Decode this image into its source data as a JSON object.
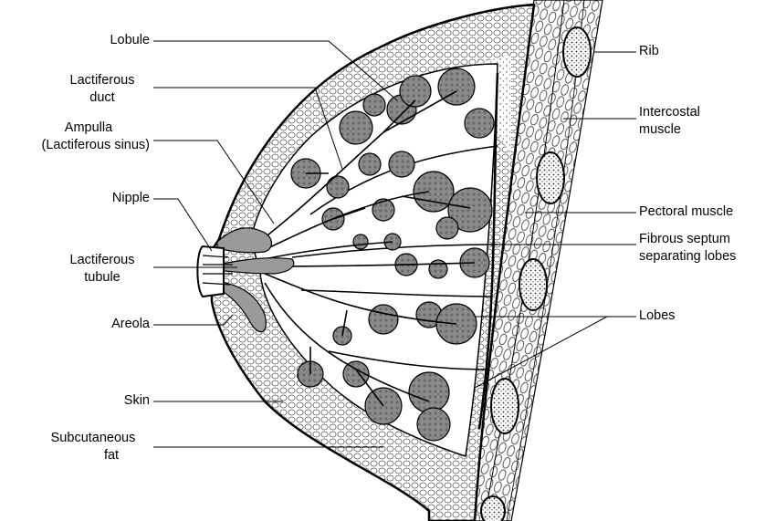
{
  "diagram": {
    "labels": {
      "lobule": "Lobule",
      "lactiferous_duct_1": "Lactiferous",
      "lactiferous_duct_2": "duct",
      "ampulla_1": "Ampulla",
      "ampulla_2": "(Lactiferous sinus)",
      "nipple": "Nipple",
      "lactiferous_tubule_1": "Lactiferous",
      "lactiferous_tubule_2": "tubule",
      "areola": "Areola",
      "skin": "Skin",
      "subcutaneous_fat_1": "Subcutaneous",
      "subcutaneous_fat_2": "fat",
      "rib": "Rib",
      "intercostal_muscle_1": "Intercostal",
      "intercostal_muscle_2": "muscle",
      "pectoral_muscle": "Pectoral muscle",
      "fibrous_septum_1": "Fibrous septum",
      "fibrous_septum_2": "separating lobes",
      "lobes": "Lobes"
    }
  }
}
